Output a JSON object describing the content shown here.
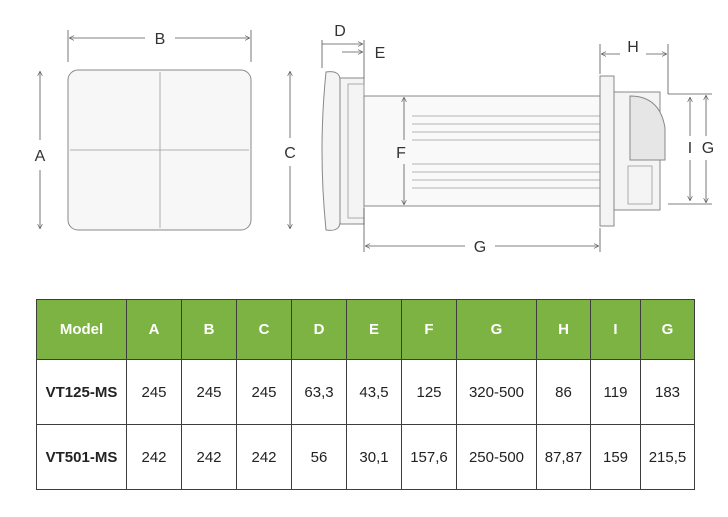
{
  "dimension_labels": {
    "front_width": "B",
    "front_height": "A",
    "side_height": "C",
    "side_depth": "D",
    "side_offset": "E",
    "duct_diameter": "F",
    "duct_length": "G",
    "rear_depth": "H",
    "rear_inner": "I",
    "rear_outer": "G"
  },
  "table": {
    "headers": [
      "Model",
      "A",
      "B",
      "C",
      "D",
      "E",
      "F",
      "G",
      "H",
      "I",
      "G"
    ],
    "rows": [
      [
        "VT125-MS",
        "245",
        "245",
        "245",
        "63,3",
        "43,5",
        "125",
        "320-500",
        "86",
        "119",
        "183"
      ],
      [
        "VT501-MS",
        "242",
        "242",
        "242",
        "56",
        "30,1",
        "157,6",
        "250-500",
        "87,87",
        "159",
        "215,5"
      ]
    ]
  },
  "colors": {
    "header_bg": "#7cb342",
    "header_text": "#ffffff",
    "border": "#3d3d3d"
  }
}
